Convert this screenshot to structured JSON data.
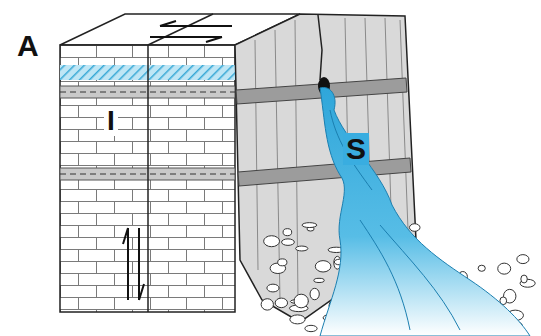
{
  "diagram": {
    "labels": [
      "A",
      "I",
      "S"
    ]
  }
}
